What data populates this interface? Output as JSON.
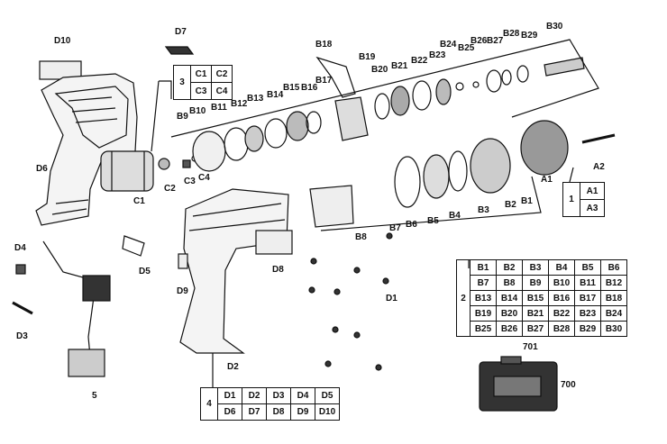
{
  "diagram": {
    "part_labels": {
      "D10": "D10",
      "D7": "D7",
      "D6": "D6",
      "C1": "C1",
      "C2": "C2",
      "C3": "C3",
      "C4": "C4",
      "B1": "B1",
      "B2": "B2",
      "B3": "B3",
      "B4": "B4",
      "B5": "B5",
      "B6": "B6",
      "B7": "B7",
      "B8": "B8",
      "B9": "B9",
      "B10": "B10",
      "B11": "B11",
      "B12": "B12",
      "B13": "B13",
      "B14": "B14",
      "B15": "B15",
      "B16": "B16",
      "B17": "B17",
      "B18": "B18",
      "B19": "B19",
      "B20": "B20",
      "B21": "B21",
      "B22": "B22",
      "B23": "B23",
      "B24": "B24",
      "B25": "B25",
      "B26": "B26",
      "B27": "B27",
      "B28": "B28",
      "B29": "B29",
      "B30": "B30",
      "A1": "A1",
      "A2": "A2",
      "D1": "D1",
      "D2": "D2",
      "D3": "D3",
      "D4": "D4",
      "D5": "D5",
      "D8": "D8",
      "D9": "D9",
      "n5": "5",
      "n700": "700",
      "n701": "701"
    },
    "group_c": {
      "number": "3",
      "rows": [
        [
          "C1",
          "C2"
        ],
        [
          "C3",
          "C4"
        ]
      ]
    },
    "group_a": {
      "number": "1",
      "rows": [
        [
          "A1"
        ],
        [
          "A3"
        ]
      ]
    },
    "group_b": {
      "number": "2",
      "rows": [
        [
          "B1",
          "B2",
          "B3",
          "B4",
          "B5",
          "B6"
        ],
        [
          "B7",
          "B8",
          "B9",
          "B10",
          "B11",
          "B12"
        ],
        [
          "B13",
          "B14",
          "B15",
          "B16",
          "B17",
          "B18"
        ],
        [
          "B19",
          "B20",
          "B21",
          "B22",
          "B23",
          "B24"
        ],
        [
          "B25",
          "B26",
          "B27",
          "B28",
          "B29",
          "B30"
        ]
      ]
    },
    "group_d": {
      "number": "4",
      "rows": [
        [
          "D1",
          "D2",
          "D3",
          "D4",
          "D5"
        ],
        [
          "D6",
          "D7",
          "D8",
          "D9",
          "D10"
        ]
      ]
    }
  }
}
